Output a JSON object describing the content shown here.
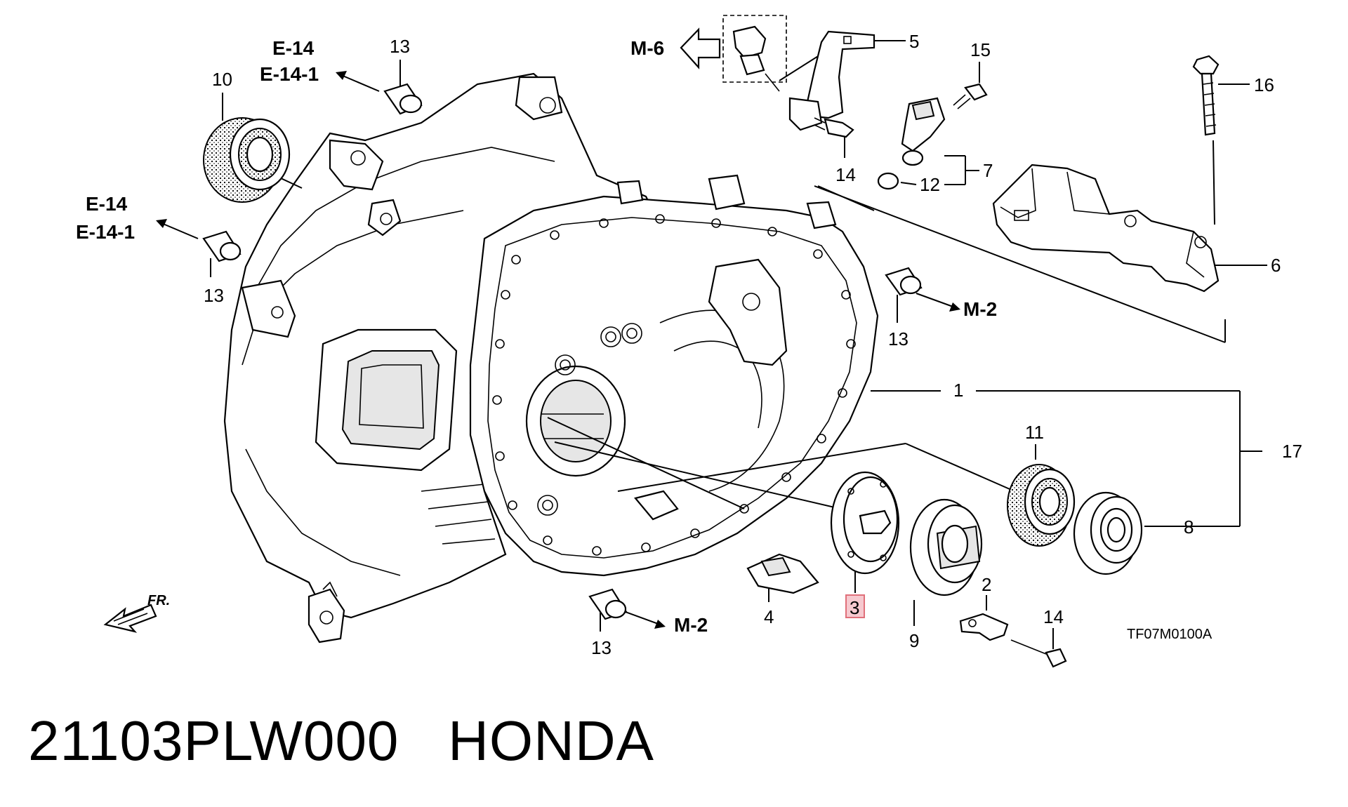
{
  "diagram": {
    "callouts": {
      "c1": "1",
      "c2": "2",
      "c3": "3",
      "c4": "4",
      "c5": "5",
      "c6": "6",
      "c7": "7",
      "c8": "8",
      "c9": "9",
      "c10": "10",
      "c11": "11",
      "c12": "12",
      "c13a": "13",
      "c13b": "13",
      "c13c": "13",
      "c13d": "13",
      "c14a": "14",
      "c14b": "14",
      "c15": "15",
      "c16": "16",
      "c17": "17"
    },
    "refs": {
      "e14_top": "E-14",
      "e141_top": "E-14-1",
      "e14_left": "E-14",
      "e141_left": "E-14-1",
      "m6": "M-6",
      "m2_right": "M-2",
      "m2_bottom": "M-2"
    },
    "front_marker": "FR.",
    "diagram_code": "TF07M0100A",
    "highlighted_part": "3"
  },
  "footer": {
    "part_number": "21103PLW000",
    "brand": "HONDA"
  }
}
